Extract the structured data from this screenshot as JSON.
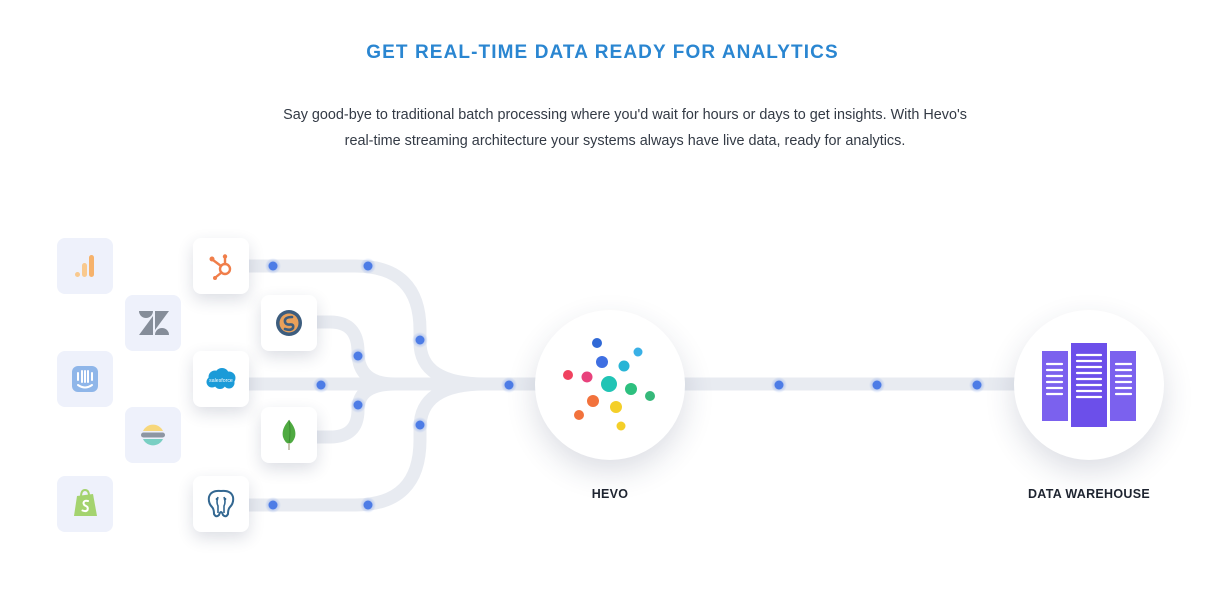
{
  "header": {
    "title": "GET REAL-TIME DATA READY FOR ANALYTICS",
    "subtitle_line1": "Say good-bye to traditional batch processing where you'd wait for hours or days to get insights. With Hevo's",
    "subtitle_line2": "real-time streaming architecture your systems always have live data, ready for analytics."
  },
  "sources_faded": [
    {
      "icon": "google-analytics-icon"
    },
    {
      "icon": "zendesk-icon"
    },
    {
      "icon": "intercom-icon"
    },
    {
      "icon": "elasticsearch-icon"
    },
    {
      "icon": "shopify-icon"
    }
  ],
  "sources_active": [
    {
      "icon": "hubspot-icon"
    },
    {
      "icon": "mysql-icon"
    },
    {
      "icon": "salesforce-icon",
      "logo_text": "salesforce"
    },
    {
      "icon": "mongodb-icon"
    },
    {
      "icon": "postgresql-icon"
    }
  ],
  "nodes": {
    "hevo": {
      "label": "HEVO"
    },
    "warehouse": {
      "label": "DATA WAREHOUSE"
    }
  },
  "colors": {
    "accent": "#2a86d1",
    "pipe": "#e8ebf1",
    "packet": "#4d7ce6",
    "warehouse": "#7b61ee"
  }
}
